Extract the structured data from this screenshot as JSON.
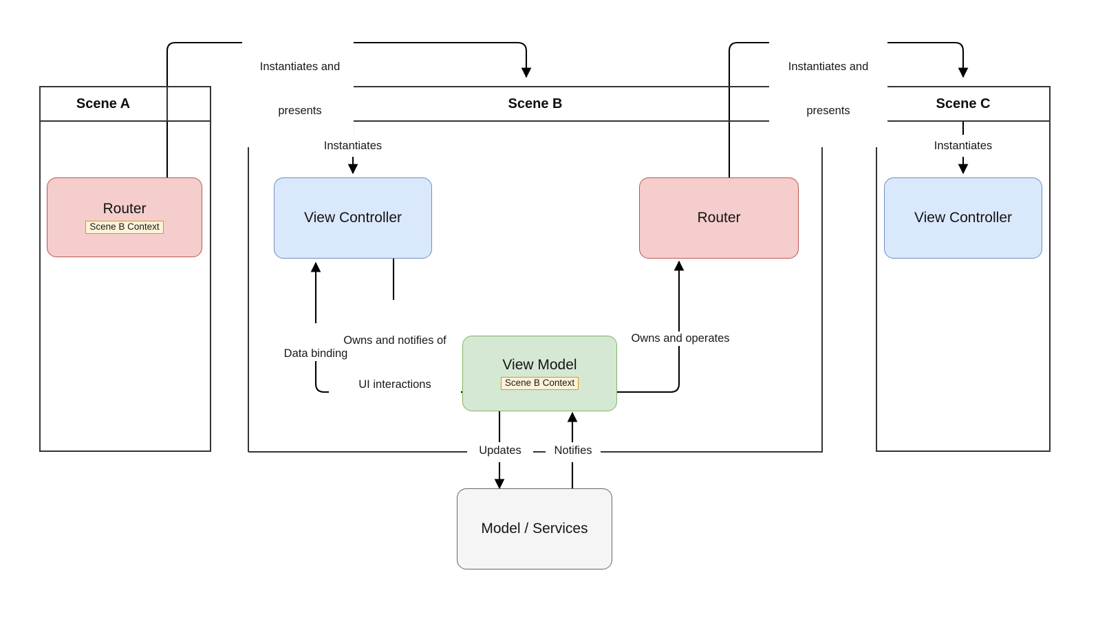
{
  "diagram": {
    "title": "MVVM Scene Architecture",
    "background": "#ffffff"
  },
  "palette": {
    "router_fill": "#f4cdcc",
    "router_stroke": "#b85450",
    "view_controller_fill": "#dae8fc",
    "view_controller_stroke": "#6c8ebf",
    "view_model_fill": "#d5e8d4",
    "view_model_stroke": "#82b366",
    "model_fill": "#f5f5f5",
    "model_stroke": "#666666",
    "badge_fill": "#fdf2d8",
    "badge_stroke": "#d79b00",
    "container_stroke": "#333333",
    "edge_stroke": "#000000"
  },
  "scenes": [
    {
      "id": "scene-a",
      "title": "Scene A"
    },
    {
      "id": "scene-b",
      "title": "Scene B"
    },
    {
      "id": "scene-c",
      "title": "Scene C"
    }
  ],
  "nodes": {
    "scene_a_router": {
      "title": "Router",
      "badge": "Scene B Context"
    },
    "scene_b_controller": {
      "title": "View Controller",
      "badge": ""
    },
    "scene_b_router": {
      "title": "Router",
      "badge": ""
    },
    "scene_b_view_model": {
      "title": "View Model",
      "badge": "Scene B Context"
    },
    "scene_c_controller": {
      "title": "View Controller",
      "badge": ""
    },
    "model_services": {
      "title": "Model / Services",
      "badge": ""
    }
  },
  "edges": {
    "a_router_to_scene_b": {
      "label": "Instantiates and\npresents",
      "line1": "Instantiates and",
      "line2": "presents"
    },
    "b_router_to_scene_c": {
      "label": "Instantiates and\npresents",
      "line1": "Instantiates and",
      "line2": "presents"
    },
    "scene_b_to_controller": {
      "label": "Instantiates"
    },
    "scene_c_to_controller": {
      "label": "Instantiates"
    },
    "controller_to_view_model": {
      "label": "Owns and notifies of\nUI interactions",
      "line1": "Owns and notifies of",
      "line2": "UI interactions"
    },
    "view_model_to_controller": {
      "label": "Data binding"
    },
    "view_model_to_router": {
      "label": "Owns and operates"
    },
    "view_model_to_model": {
      "label": "Updates"
    },
    "model_to_view_model": {
      "label": "Notifies"
    }
  }
}
